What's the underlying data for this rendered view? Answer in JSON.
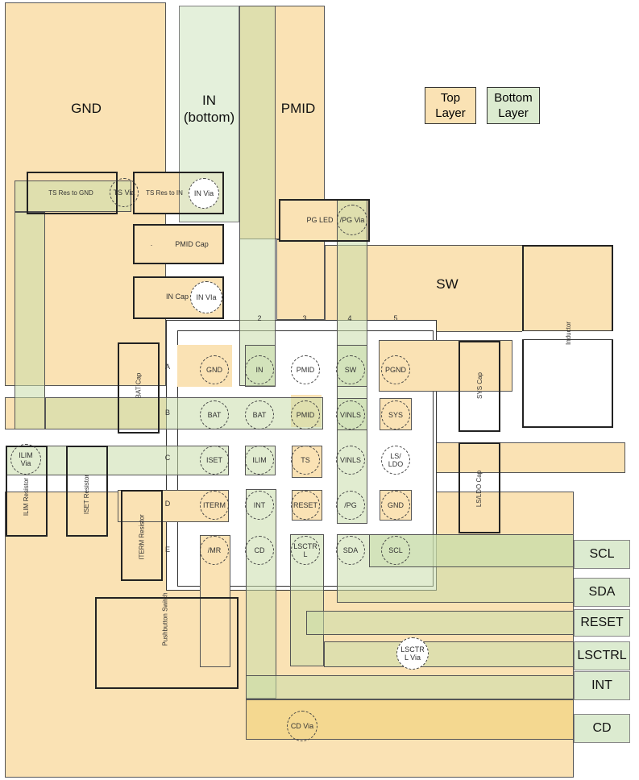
{
  "planes": {
    "gnd": "GND",
    "in_line1": "IN",
    "in_line2": "(bottom)",
    "pmid": "PMID",
    "sw": "SW"
  },
  "legend": {
    "top_line1": "Top",
    "top_line2": "Layer",
    "bottom_line1": "Bottom",
    "bottom_line2": "Layer"
  },
  "columns": [
    "2",
    "3",
    "4",
    "5"
  ],
  "rows": [
    "A",
    "B",
    "C",
    "D",
    "E"
  ],
  "balls": {
    "a1": "GND",
    "a2": "IN",
    "a3": "PMID",
    "a4": "SW",
    "a5": "PGND",
    "b1": "BAT",
    "b2": "BAT",
    "b3": "PMID",
    "b4": "VINLS",
    "b5": "SYS",
    "c1": "ISET",
    "c2": "ILIM",
    "c3": "TS",
    "c4": "VINLS",
    "c5_l1": "LS/",
    "c5_l2": "LDO",
    "d1": "ITERM",
    "d2": "INT",
    "d3": "RESET",
    "d4": "/PG",
    "d5": "GND",
    "e1": "/MR",
    "e2": "CD",
    "e3_l1": "LSCTR",
    "e3_l2": "L",
    "e4": "SDA",
    "e5": "SCL"
  },
  "components": {
    "ts_res_gnd": "TS Res to GND",
    "ts_via": "TS Via",
    "ts_res_in": "TS Res to IN",
    "in_via": "IN Via",
    "pg_led": "PG LED",
    "pg_via": "/PG Via",
    "pmid_cap_dot": ".",
    "pmid_cap": "PMID Cap",
    "in_cap": "IN Cap",
    "in_via2": "IN VIa",
    "bat_cap": "BAT Cap",
    "inductor": "Inductor",
    "sys_cap": "SYS Cap",
    "lsldo_cap": "LS/LDO Cap",
    "ilim_via_l1": "ILIM",
    "ilim_via_l2": "Via",
    "ilim_res": "ILIM Resistor",
    "iset_res": "ISET Resistor",
    "iterm_res": "ITERM Resistor",
    "pushbutton": "Pushbutton Switch",
    "lsctrl_via_l1": "LSCTR",
    "lsctrl_via_l2": "L Via",
    "cd_via": "CD Via"
  },
  "signals": [
    "SCL",
    "SDA",
    "RESET",
    "LSCTRL",
    "INT",
    "CD"
  ]
}
